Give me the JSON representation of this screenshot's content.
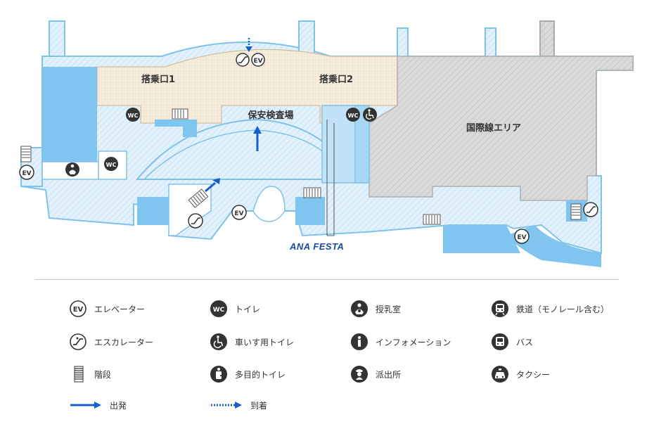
{
  "map": {
    "areas": {
      "gate1": "搭乗口1",
      "gate2": "搭乗口2",
      "security": "保安検査場",
      "international": "国際線エリア"
    },
    "icon_text": {
      "ev": "EV",
      "wc": "WC"
    },
    "shop": "ANA FESTA"
  },
  "legend": {
    "items": [
      {
        "icon": "elevator-icon",
        "label": "エレベーター"
      },
      {
        "icon": "toilet-icon",
        "label": "トイレ"
      },
      {
        "icon": "nursing-room-icon",
        "label": "授乳室"
      },
      {
        "icon": "railway-icon",
        "label": "鉄道（モノレール含む）"
      },
      {
        "icon": "escalator-icon",
        "label": "エスカレーター"
      },
      {
        "icon": "wheelchair-toilet-icon",
        "label": "車いす用トイレ"
      },
      {
        "icon": "information-icon",
        "label": "インフォメーション"
      },
      {
        "icon": "bus-icon",
        "label": "バス"
      },
      {
        "icon": "stairs-icon",
        "label": "階段"
      },
      {
        "icon": "multipurpose-toilet-icon",
        "label": "多目的トイレ"
      },
      {
        "icon": "police-box-icon",
        "label": "派出所"
      },
      {
        "icon": "taxi-icon",
        "label": "タクシー"
      },
      {
        "icon": "departure-arrow-icon",
        "label": "出発"
      },
      {
        "icon": "arrival-arrow-icon",
        "label": "到着"
      }
    ]
  },
  "colors": {
    "corridor": "#dff0fb",
    "corridor_stroke": "#7fc2ea",
    "blue_block": "#80c4f0",
    "gate_beige": "#f3ead8",
    "international_gray": "#d7d7d7",
    "dark_icon": "#333333",
    "arrow_blue": "#1560c8",
    "logo_blue": "#1a4a9c"
  }
}
